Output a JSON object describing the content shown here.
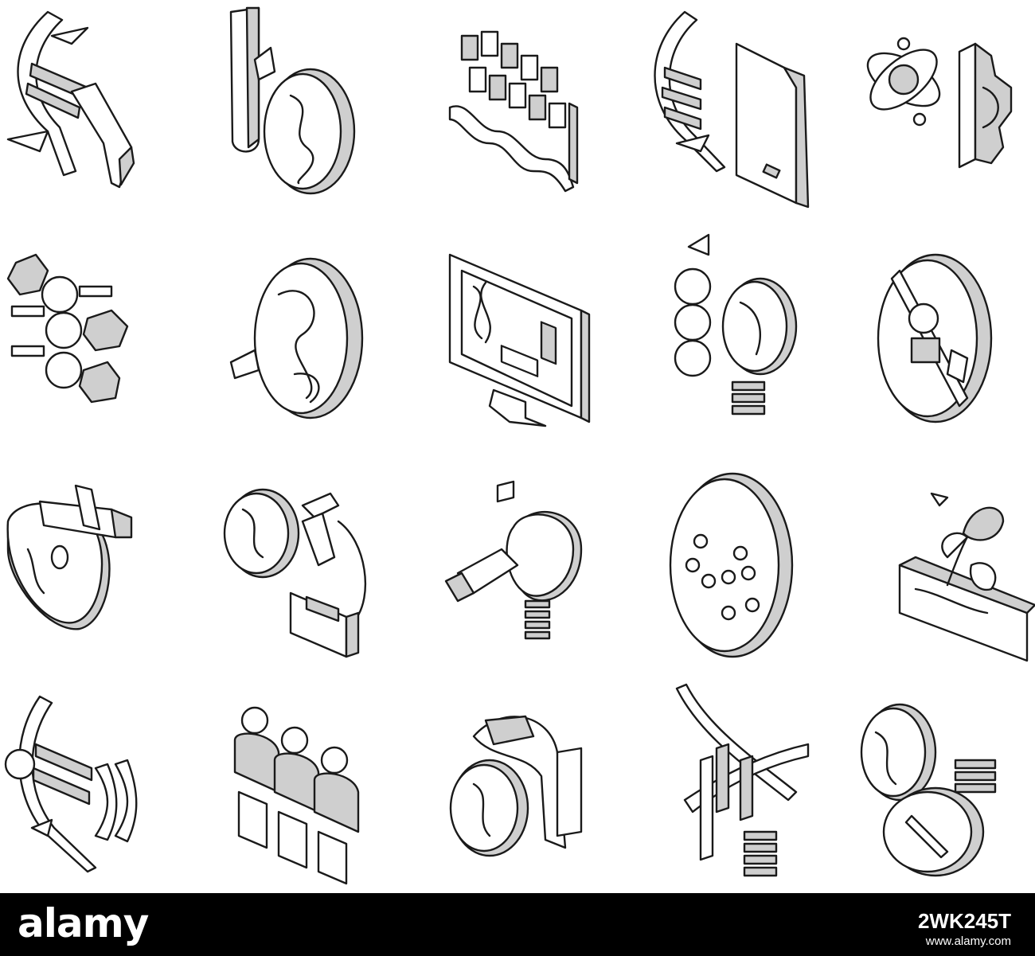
{
  "icons": [
    "dna-helix-icon",
    "test-tube-magnifier-icon",
    "gene-sequence-blocks-icon",
    "dna-document-icon",
    "atom-gear-icon",
    "molecule-gears-icon",
    "embryo-petri-icon",
    "dna-monitor-icon",
    "animal-cloning-icon",
    "prohibited-gmo-icon",
    "meat-syringe-icon",
    "microscope-icon",
    "apple-syringe-icon",
    "petri-dish-cells-icon",
    "plant-growth-icon",
    "chromosome-dna-icon",
    "human-clones-icon",
    "fish-magnifier-icon",
    "dna-test-tubes-icon",
    "search-magnifier-icon"
  ],
  "footer": {
    "brand": "alamy",
    "image_id": "2WK245T",
    "url": "www.alamy.com"
  },
  "colors": {
    "stroke": "#1a1a1a",
    "shade": "#cfcfcf",
    "background": "#ffffff",
    "footer": "#000000"
  }
}
